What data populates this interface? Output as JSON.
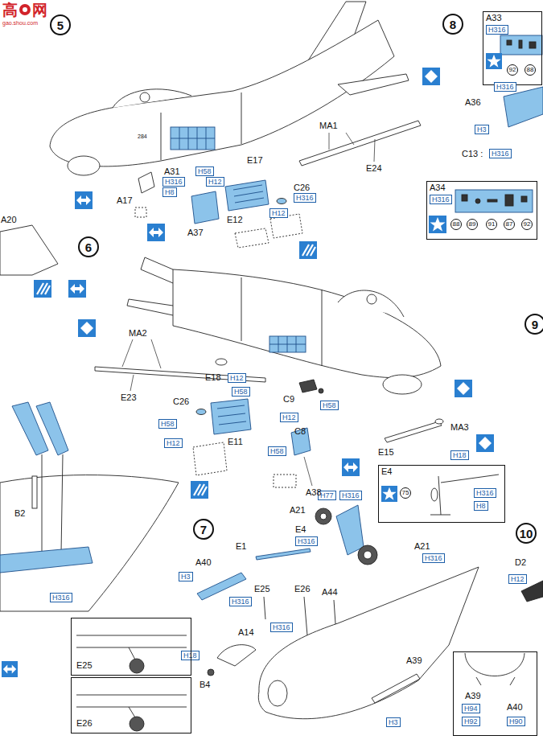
{
  "diagram": {
    "nodes": [
      {
        "text": [
          "5"
        ]
      },
      {
        "text": [
          "8"
        ]
      },
      {
        "text": [
          "A33"
        ]
      },
      {
        "text": [
          "H316"
        ],
        "in": 2
      },
      {
        "text": [
          "H316"
        ]
      },
      {
        "text": [
          "H3"
        ]
      },
      {
        "text": [
          "H316"
        ]
      },
      {
        "text": [
          "H12"
        ]
      },
      {
        "text": [
          "H58"
        ]
      },
      {
        "text": [
          "H316"
        ]
      },
      {
        "text": [
          "H8"
        ]
      },
      {
        "text": [
          "H316"
        ]
      },
      {
        "text": [
          "H12"
        ]
      },
      {
        "text": [
          "A34"
        ]
      },
      {
        "text": [
          "H316"
        ],
        "in": 13
      },
      {
        "text": [
          "6"
        ]
      },
      {
        "text": [
          "9"
        ]
      },
      {
        "text": [
          "H12"
        ]
      },
      {
        "text": [
          "H58"
        ]
      },
      {
        "text": [
          "H58"
        ]
      },
      {
        "text": [
          "H12"
        ]
      },
      {
        "text": [
          "H12"
        ]
      },
      {
        "text": [
          "H58"
        ]
      },
      {
        "text": [
          "H58"
        ]
      },
      {
        "text": [
          "H18"
        ]
      },
      {
        "text": [
          "E4"
        ]
      },
      {
        "text": [
          "H316"
        ],
        "in": 25
      },
      {
        "text": [
          "H8"
        ],
        "in": 25
      },
      {
        "text": [
          "7"
        ]
      },
      {
        "text": [
          "10"
        ]
      },
      {
        "text": [
          "H77"
        ]
      },
      {
        "text": [
          "H316"
        ]
      },
      {
        "text": [
          "H316"
        ]
      },
      {
        "text": [
          "H316"
        ]
      },
      {
        "text": [
          "H12"
        ]
      },
      {
        "text": [
          "H3"
        ]
      },
      {
        "text": [
          "H316"
        ]
      },
      {
        "text": [
          "H316"
        ]
      },
      {
        "text": [
          "H18"
        ]
      },
      {
        "text": [
          "H3"
        ]
      },
      {
        "text": [
          "H316"
        ]
      },
      {
        "text": [
          "A39",
          "A40"
        ]
      },
      {
        "text": [
          "H94"
        ],
        "in": 41
      },
      {
        "text": [
          "H92"
        ],
        "in": 41
      },
      {
        "text": [
          "H90"
        ],
        "in": 41
      },
      {
        "text": [
          "E25"
        ]
      },
      {
        "text": [
          "E26"
        ]
      }
    ],
    "edges": [],
    "labels": [
      "高",
      "网",
      "gao.shou.com",
      "E17",
      "MA1",
      "E24",
      "A31",
      "A17",
      "C26",
      "E12",
      "A37",
      "92",
      "88",
      "A36",
      "C13 :",
      "88",
      "89",
      "91",
      "87",
      "92",
      "A20",
      "MA2",
      "E23",
      "E18",
      "C26",
      "E11",
      "C9",
      "C8",
      "A38",
      "E15",
      "MA3",
      "A21",
      "E4",
      "E1",
      "A21",
      "75",
      "A40",
      "E25",
      "E26",
      "A44",
      "A14",
      "B4",
      "A39",
      "B2",
      "D2",
      "284"
    ]
  }
}
